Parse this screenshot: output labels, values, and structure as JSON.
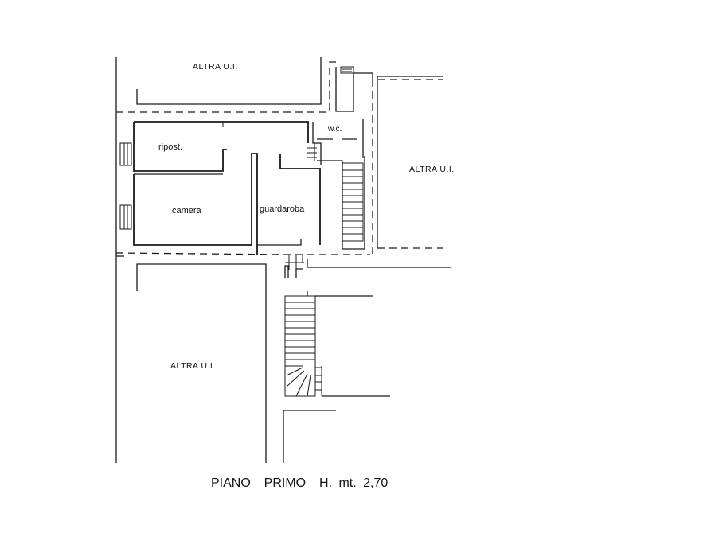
{
  "labels": {
    "altra_top": "ALTRA U.I.",
    "altra_right": "ALTRA U.I.",
    "altra_bottom": "ALTRA U.I.",
    "ripost": "ripost.",
    "camera": "camera",
    "guardaroba": "guardaroba",
    "wc": "w.c."
  },
  "caption": "PIANO  PRIMO  H. mt. 2,70"
}
